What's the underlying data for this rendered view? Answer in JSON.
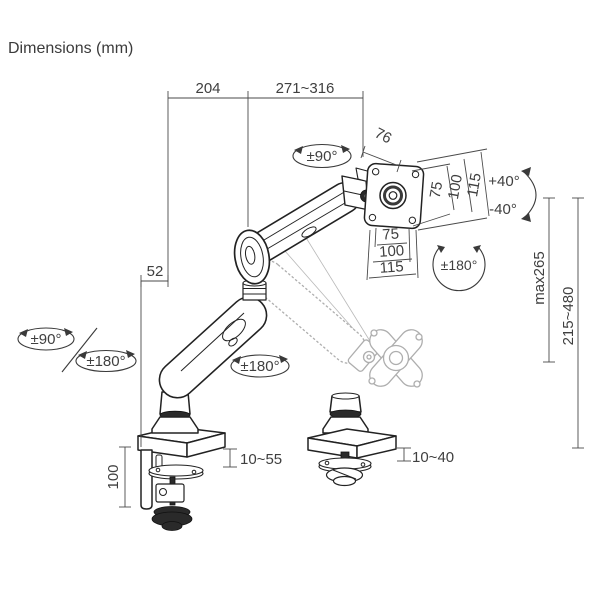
{
  "title": "Dimensions (mm)",
  "colors": {
    "outline": "#222222",
    "dimension_line": "#4a4a4a",
    "label_text": "#3f3f3f",
    "ghost_part": "#aeaeae"
  },
  "dimensions": {
    "top_rear_reach": "204",
    "top_front_reach": "271~316",
    "head_depth": "76",
    "pole_setback": "52",
    "clamp_drop": "100",
    "clamp_thickness_range": "10~55",
    "grommet_thickness_range": "10~40",
    "max_below_drop": "max265",
    "height_adjust_range": "215~480",
    "vesa_vertical": [
      "75",
      "100",
      "115"
    ],
    "vesa_horizontal": [
      "75",
      "100",
      "115"
    ]
  },
  "rotations": {
    "head_swivel": "±90°",
    "vesa_rotate": "±180°",
    "tilt_up": "+40°",
    "tilt_down": "-40°",
    "base_swivel": "±90°",
    "base_rotate": "±180°",
    "elbow_rotate": "±180°"
  }
}
